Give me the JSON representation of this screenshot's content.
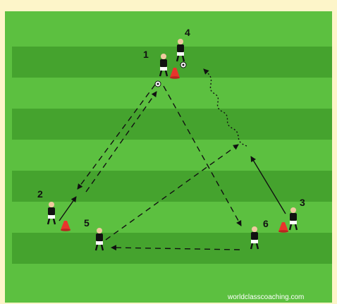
{
  "diagram": {
    "players": [
      {
        "label": "4"
      },
      {
        "label": "1"
      },
      {
        "label": "2"
      },
      {
        "label": "3"
      },
      {
        "label": "5"
      },
      {
        "label": "6"
      }
    ],
    "watermark": "worldclasscoaching.com",
    "colors": {
      "border": "#fdf5c9",
      "grass_light": "#5cc040",
      "grass_dark": "#45a32e",
      "cone": "#e8342c",
      "player_shirt": "#111111",
      "player_head": "#f0c9a0",
      "line": "#111111"
    }
  }
}
